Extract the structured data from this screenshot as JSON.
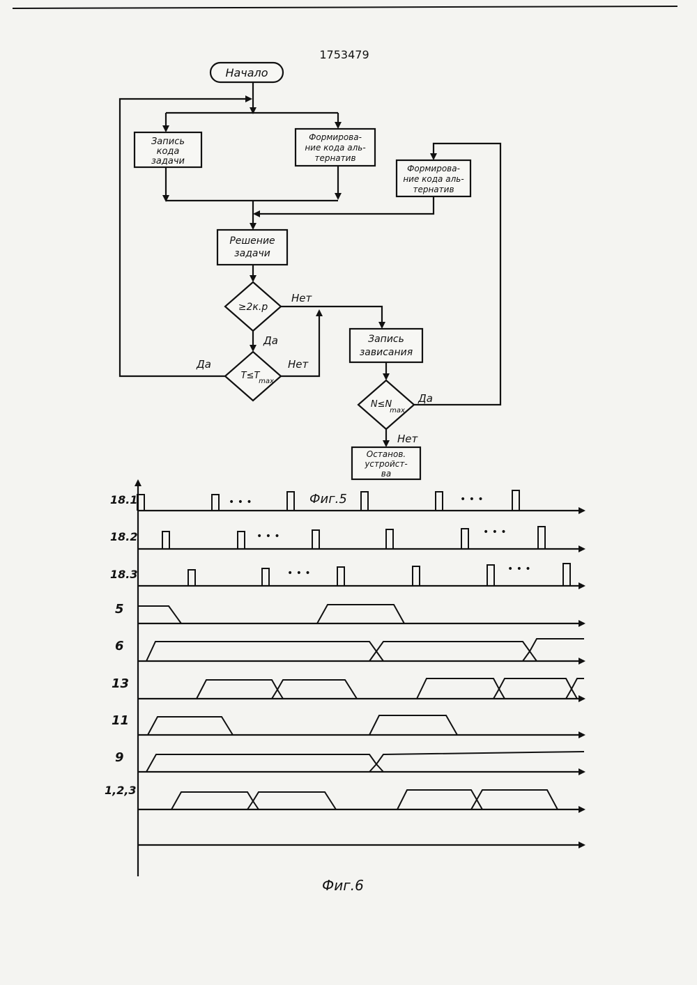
{
  "document": {
    "number": "1753479",
    "fig5_caption": "Фиг.5",
    "fig6_caption": "Фиг.6"
  },
  "flowchart": {
    "start": "Начало",
    "write_task": [
      "Запись",
      "кода",
      "задачи"
    ],
    "form_alt_1": [
      "Формирова-",
      "ние кода аль-",
      "тернатив"
    ],
    "form_alt_2": [
      "Формирова-",
      "ние кода аль-",
      "тернатив"
    ],
    "solve": [
      "Решение",
      "задачи"
    ],
    "cond_kp": "≥2к.р",
    "cond_t_main": "T≤T",
    "cond_t_sub": "max",
    "yes_1": "Да",
    "yes_2": "Да",
    "no_1": "Нет",
    "no_2": "Нет",
    "write_hang": [
      "Запись",
      "зависания"
    ],
    "cond_n_main": "N≤N",
    "cond_n_sub": "max",
    "yes_3": "Да",
    "no_3": "Нет",
    "stop": [
      "Останов.",
      "устройст-",
      "ва"
    ]
  },
  "timing": {
    "signals": [
      {
        "label": "18.1"
      },
      {
        "label": "18.2"
      },
      {
        "label": "18.3"
      },
      {
        "label": "5"
      },
      {
        "label": "6"
      },
      {
        "label": "13"
      },
      {
        "label": "11"
      },
      {
        "label": "9"
      },
      {
        "label": "1,2,3"
      }
    ],
    "ellipsis": "• • •"
  }
}
